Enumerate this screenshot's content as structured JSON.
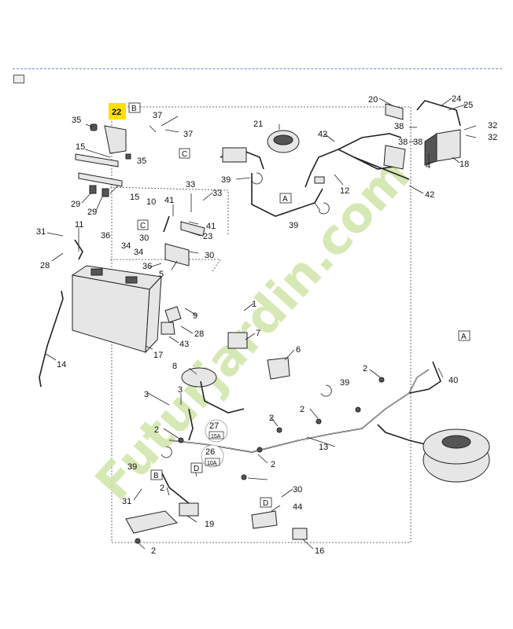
{
  "header": {
    "image_icon": "image-icon"
  },
  "highlight": {
    "label": "22",
    "color": "#ffe000"
  },
  "watermark": {
    "text": "Futurjardin.com",
    "color_green": "#cfe5a8",
    "color_brown": "#d9cfc3"
  },
  "callouts": {
    "c1": "1",
    "c2": "2",
    "c3": "3",
    "c4": "4",
    "c5": "5",
    "c6": "6",
    "c7": "7",
    "c8": "8",
    "c9": "9",
    "c10": "10",
    "c11": "11",
    "c12": "12",
    "c13": "13",
    "c14": "14",
    "c15": "15",
    "c16": "16",
    "c17": "17",
    "c18": "18",
    "c19": "19",
    "c20": "20",
    "c21": "21",
    "c23": "23",
    "c24": "24",
    "c25": "25",
    "c26": "26",
    "c27": "27",
    "c28": "28",
    "c29": "29",
    "c30": "30",
    "c31": "31",
    "c32": "32",
    "c33": "33",
    "c34": "34",
    "c35": "35",
    "c36": "36",
    "c37": "37",
    "c38": "38",
    "c39": "39",
    "c40": "40",
    "c41": "41",
    "c42": "42",
    "c43": "43",
    "c44": "44"
  },
  "ref_boxes": {
    "A": "A",
    "B": "B",
    "C": "C",
    "D": "D"
  },
  "fuses": {
    "f27": "15A",
    "f26": "10A"
  }
}
